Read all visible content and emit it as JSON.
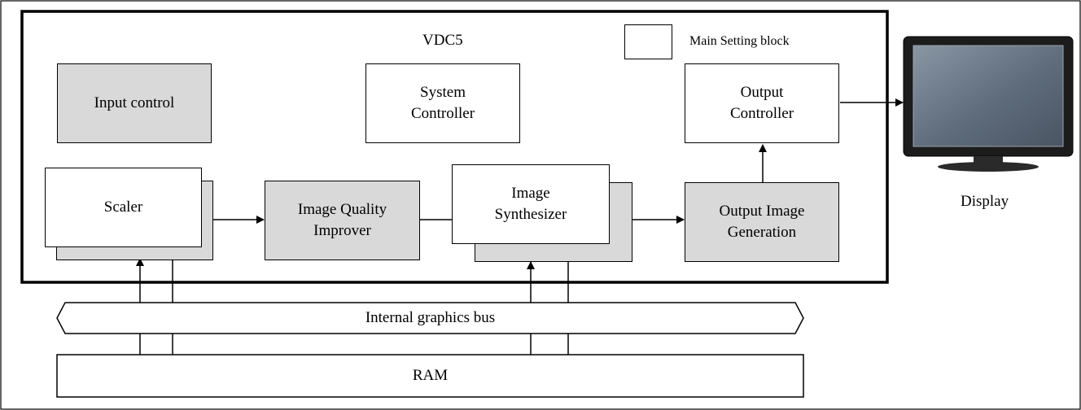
{
  "diagram": {
    "title": "VDC5",
    "legend_label": "Main Setting block",
    "blocks": {
      "input_control": "Input control",
      "system_controller": "System\nController",
      "output_controller": "Output\nController",
      "scaler": "Scaler",
      "image_quality_improver": "Image Quality\nImprover",
      "image_synthesizer": "Image\nSynthesizer",
      "output_image_generation": "Output Image\nGeneration"
    },
    "bus_label": "Internal graphics bus",
    "ram_label": "RAM",
    "display_label": "Display"
  },
  "colors": {
    "main_setting_fill": "#d9d9d9",
    "other_fill": "#ffffff",
    "line": "#000000",
    "monitor_bezel": "#1c1c1c",
    "monitor_screen": "#6a7787"
  }
}
